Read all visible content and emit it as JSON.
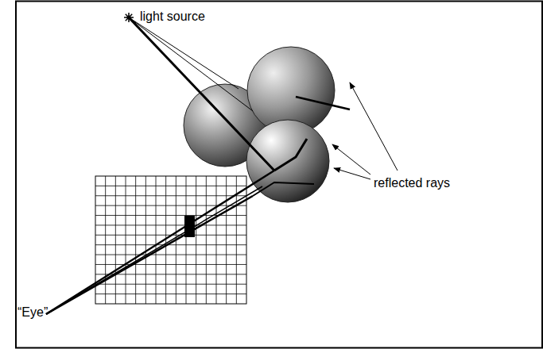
{
  "diagram": {
    "labels": [
      "light source",
      "reflected rays",
      "“Eye”"
    ]
  }
}
